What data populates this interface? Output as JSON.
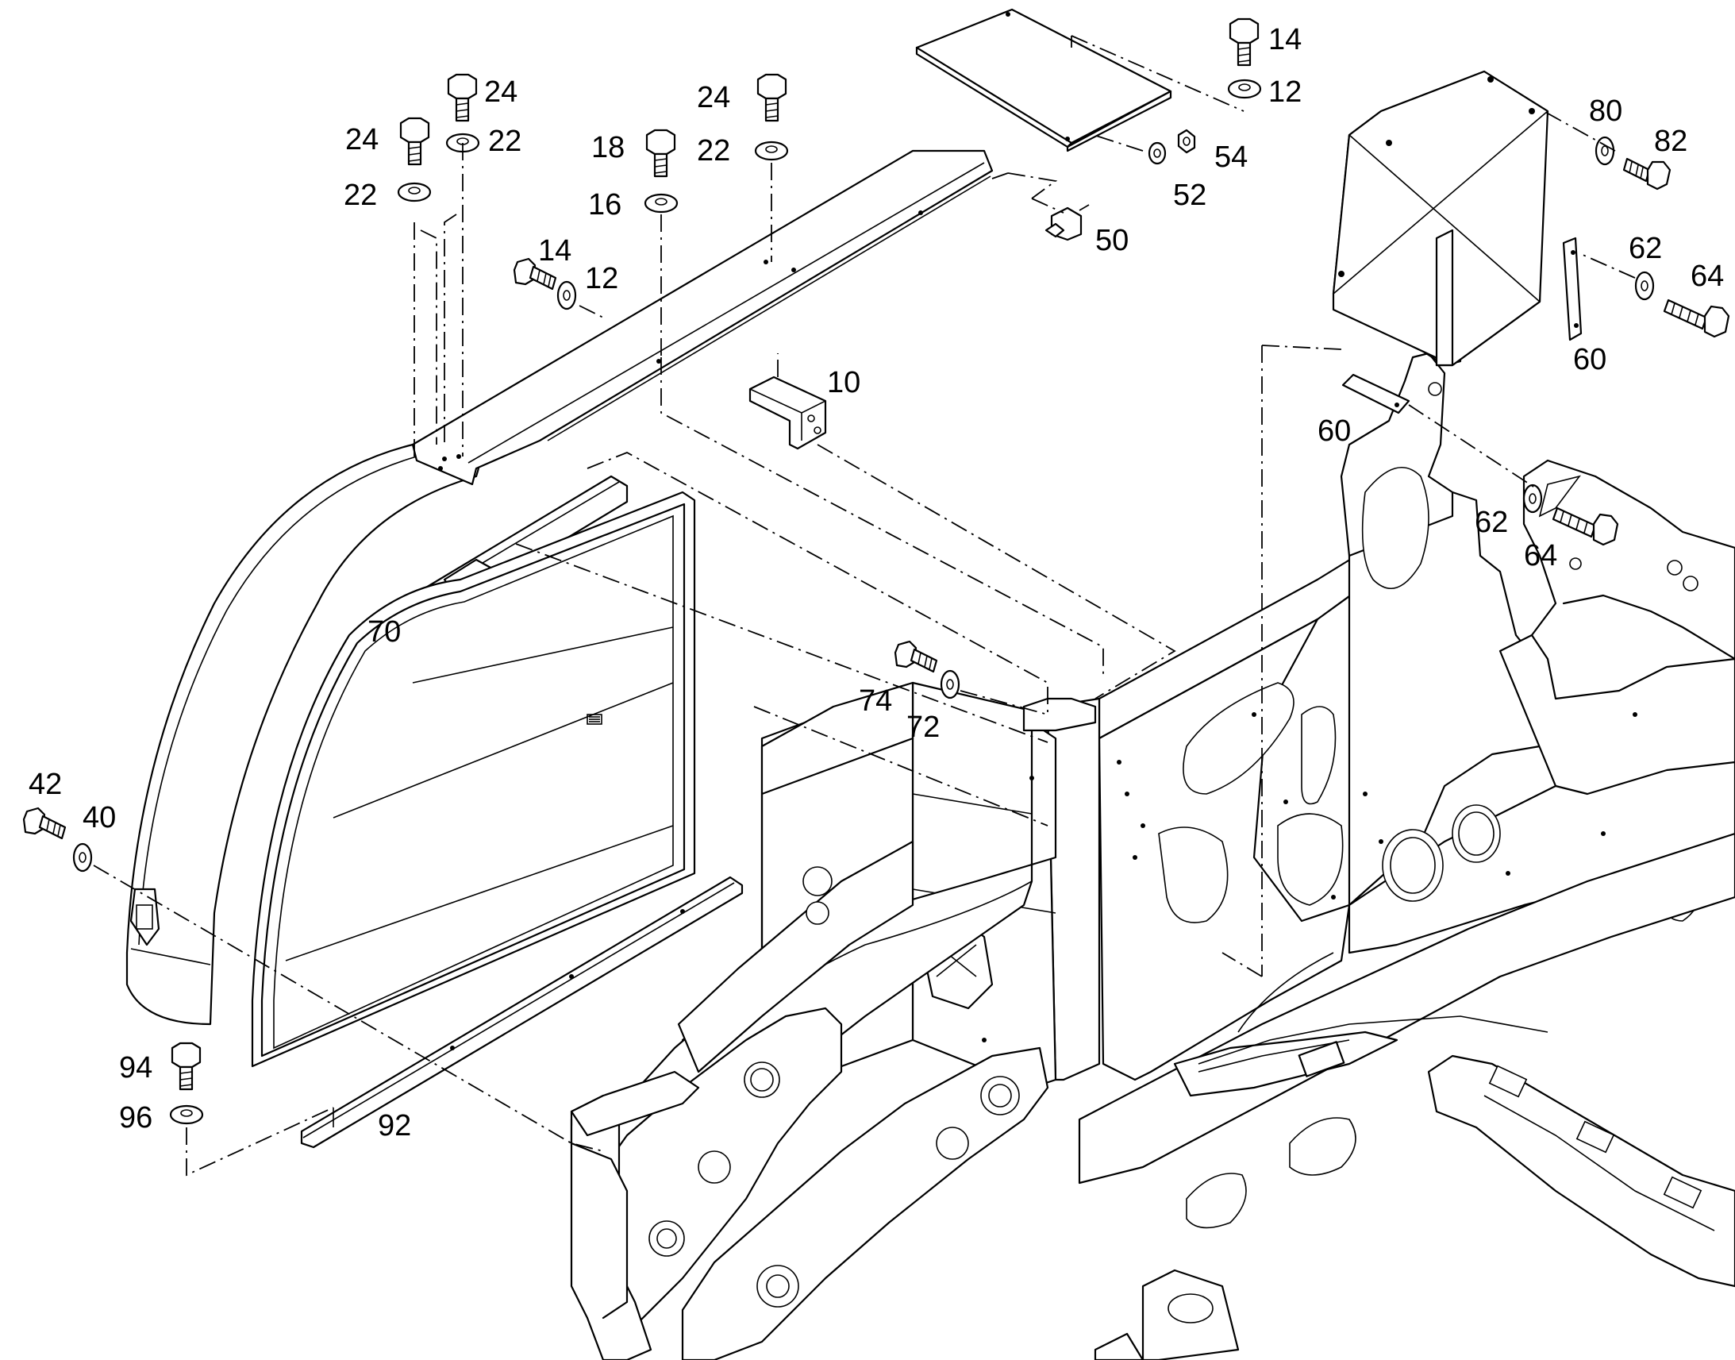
{
  "callouts": [
    {
      "id": "c14a",
      "text": "14"
    },
    {
      "id": "c12a",
      "text": "12"
    },
    {
      "id": "c24a",
      "text": "24"
    },
    {
      "id": "c24b",
      "text": "24"
    },
    {
      "id": "c22a",
      "text": "22"
    },
    {
      "id": "c22b",
      "text": "22"
    },
    {
      "id": "c24c",
      "text": "24"
    },
    {
      "id": "c18",
      "text": "18"
    },
    {
      "id": "c22c",
      "text": "22"
    },
    {
      "id": "c16",
      "text": "16"
    },
    {
      "id": "c14b",
      "text": "14"
    },
    {
      "id": "c12b",
      "text": "12"
    },
    {
      "id": "c54",
      "text": "54"
    },
    {
      "id": "c52",
      "text": "52"
    },
    {
      "id": "c50",
      "text": "50"
    },
    {
      "id": "c80",
      "text": "80"
    },
    {
      "id": "c82",
      "text": "82"
    },
    {
      "id": "c62a",
      "text": "62"
    },
    {
      "id": "c64a",
      "text": "64"
    },
    {
      "id": "c60a",
      "text": "60"
    },
    {
      "id": "c10",
      "text": "10"
    },
    {
      "id": "c60b",
      "text": "60"
    },
    {
      "id": "c62b",
      "text": "62"
    },
    {
      "id": "c64b",
      "text": "64"
    },
    {
      "id": "c70",
      "text": "70"
    },
    {
      "id": "c74",
      "text": "74"
    },
    {
      "id": "c72",
      "text": "72"
    },
    {
      "id": "c42",
      "text": "42"
    },
    {
      "id": "c40",
      "text": "40"
    },
    {
      "id": "c94",
      "text": "94"
    },
    {
      "id": "c96",
      "text": "96"
    },
    {
      "id": "c92",
      "text": "92"
    }
  ]
}
